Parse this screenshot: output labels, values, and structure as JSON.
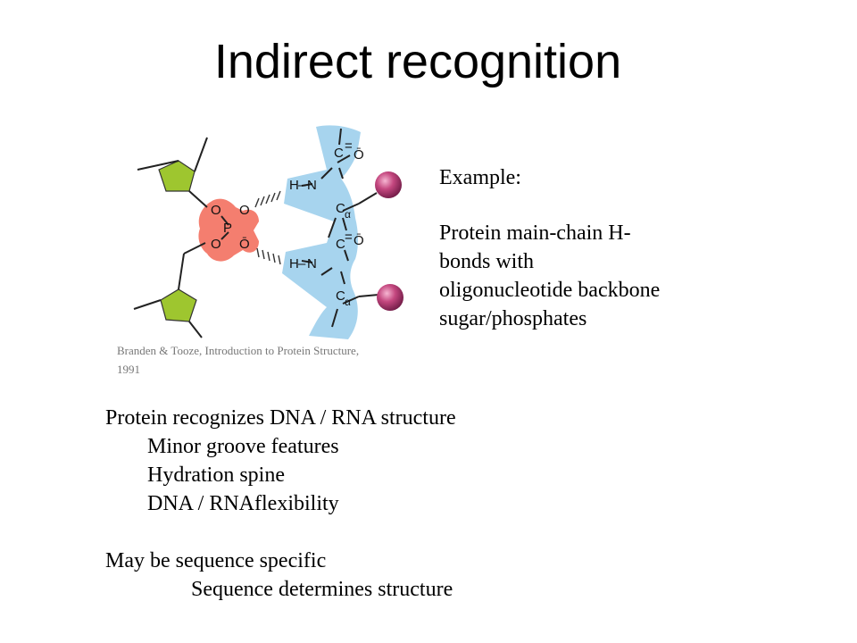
{
  "slide": {
    "title": "Indirect recognition",
    "figure": {
      "credit": "Branden & Tooze, Introduction to Protein Structure, 1991",
      "atoms": {
        "c": "C",
        "n": "N",
        "o": "O",
        "p": "P",
        "h": "H",
        "o_minus": "Ō",
        "c_alpha": "C",
        "alpha": "α",
        "eq": "="
      },
      "colors": {
        "sugar": "#9ec62f",
        "phosphate": "#f47e6f",
        "mainchain": "#a7d4ee",
        "sidechain": "#c4477f"
      }
    },
    "example": {
      "heading": "Example:",
      "lines": [
        "Protein main-chain H-",
        "bonds with",
        "oligonucleotide backbone",
        "sugar/phosphates"
      ]
    },
    "body": {
      "main": "Protein recognizes DNA / RNA structure",
      "items": [
        "Minor groove features",
        "Hydration spine",
        "DNA / RNAflexibility"
      ],
      "specific": "May be sequence specific",
      "specific_detail": "Sequence determines structure"
    }
  }
}
